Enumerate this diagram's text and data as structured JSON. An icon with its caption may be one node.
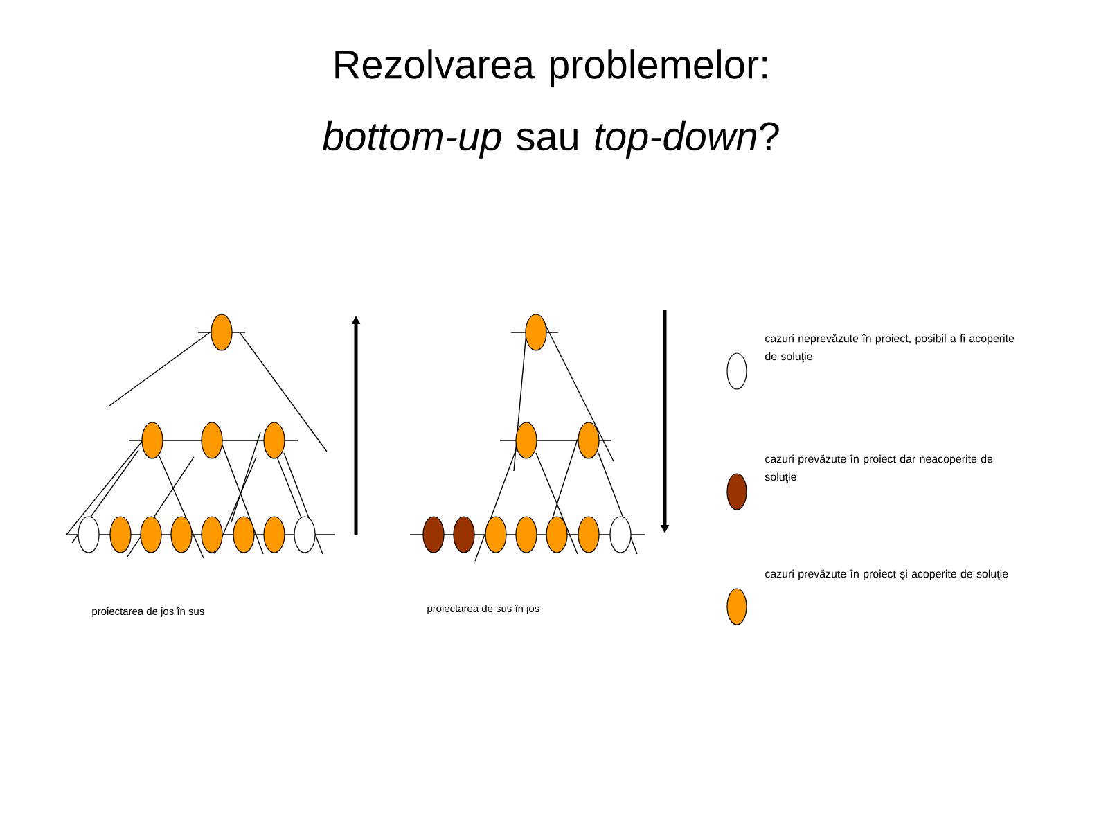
{
  "diagram": {
    "title": "Rezolvarea problemelor: *bottom-up* sau *top-down*?",
    "labels": [
      "proiectarea de jos în sus",
      "proiectarea de sus în jos"
    ],
    "legend": [
      {
        "text": "cazuri neprevăzute în proiect, posibil a fi acoperite de soluţie"
      },
      {
        "text": "cazuri prevăzute în proiect dar neacoperite de soluţie",
        "color": "#993300"
      },
      {
        "text": "cazuri prevăzute în proiect şi acoperite de soluţie",
        "color": "#ff9900"
      }
    ]
  }
}
